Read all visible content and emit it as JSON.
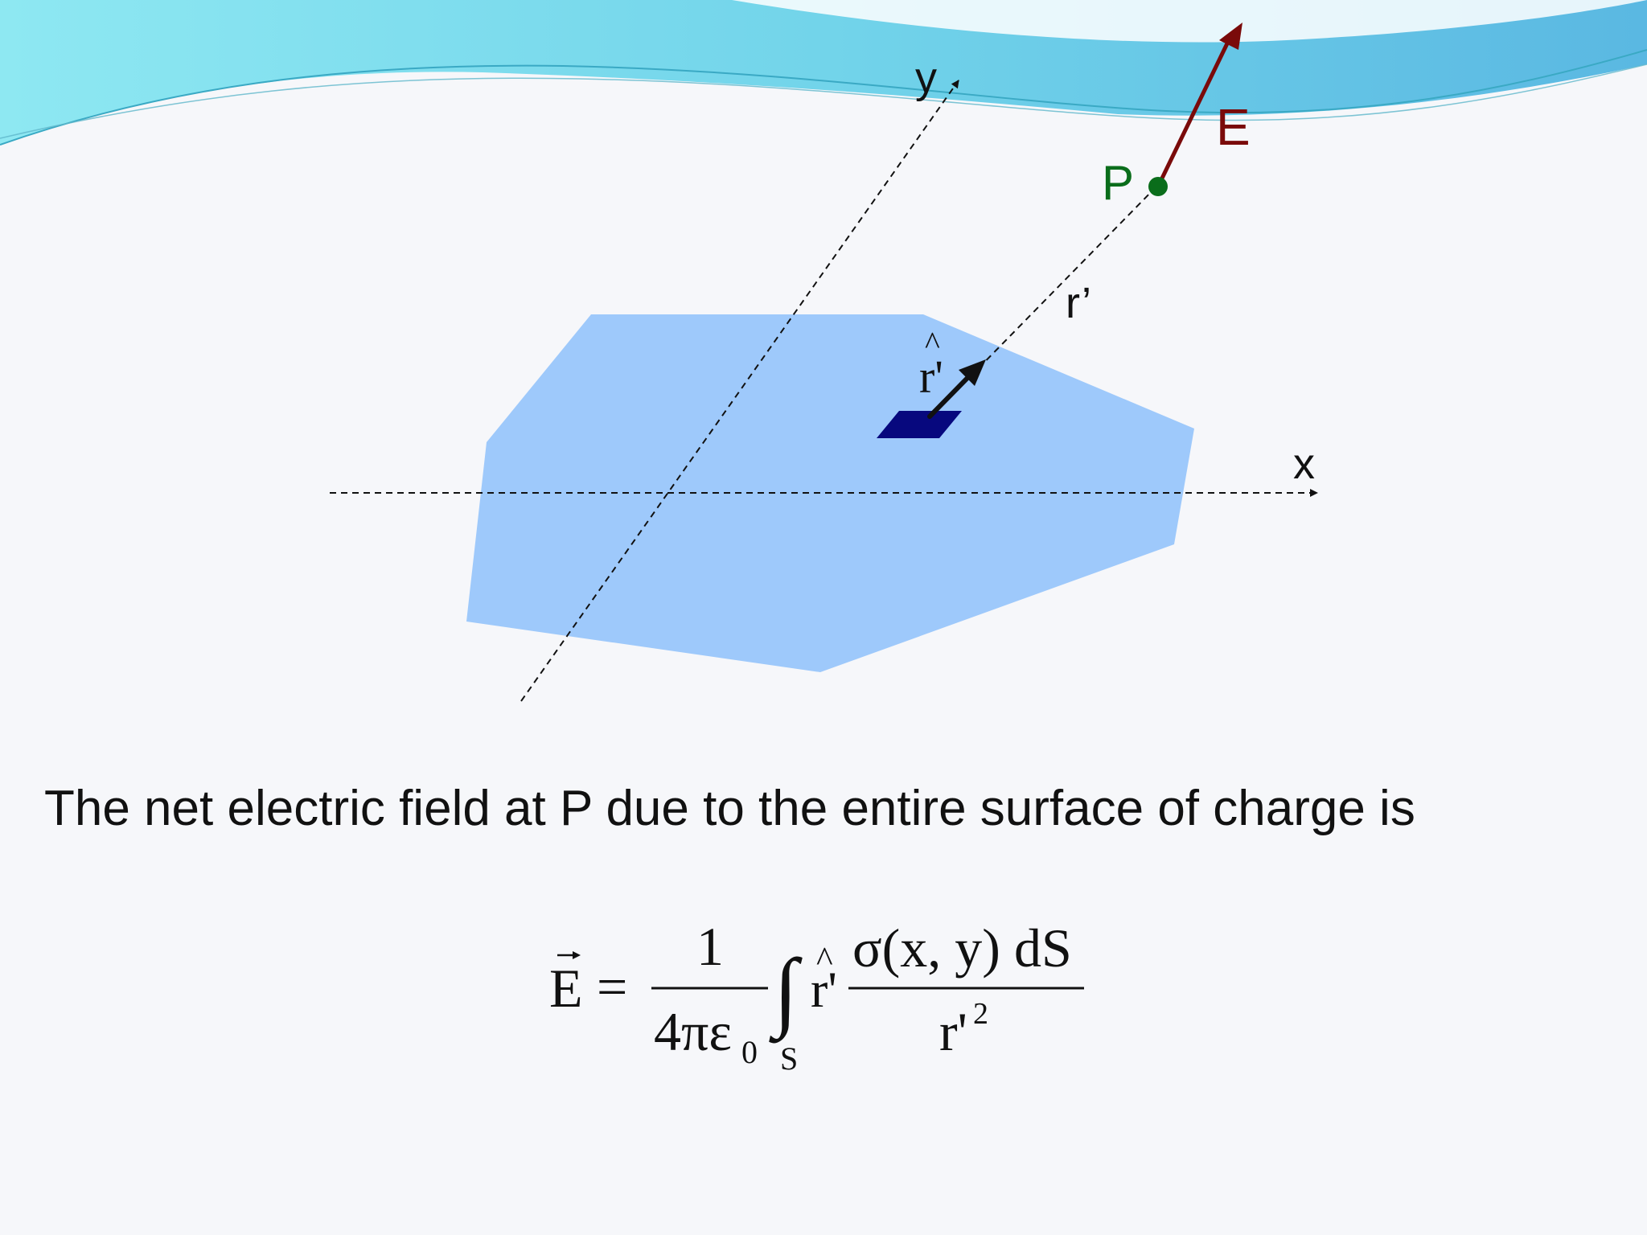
{
  "diagram": {
    "axis_x_label": "x",
    "axis_y_label": "y",
    "point_label": "P",
    "field_label": "E",
    "distance_label": "r’",
    "unit_vector_label": "r'",
    "colors": {
      "surface": "#9ec9fb",
      "patch": "#07087e",
      "point": "#0a6d1b",
      "field_arrow": "#7a0a0a",
      "header_wave": "#5fc8e4"
    }
  },
  "caption": "The net electric field at P due to the entire surface of charge is",
  "equation": {
    "lhs": "E",
    "equals": "=",
    "numerator": "1",
    "denominator": "4πε",
    "denominator_subscript": "0",
    "integral_subscript": "S",
    "unit_vector": "r'",
    "integrand_numerator": "σ(x, y) dS",
    "integrand_denominator": "r'",
    "integrand_denominator_exponent": "2"
  }
}
